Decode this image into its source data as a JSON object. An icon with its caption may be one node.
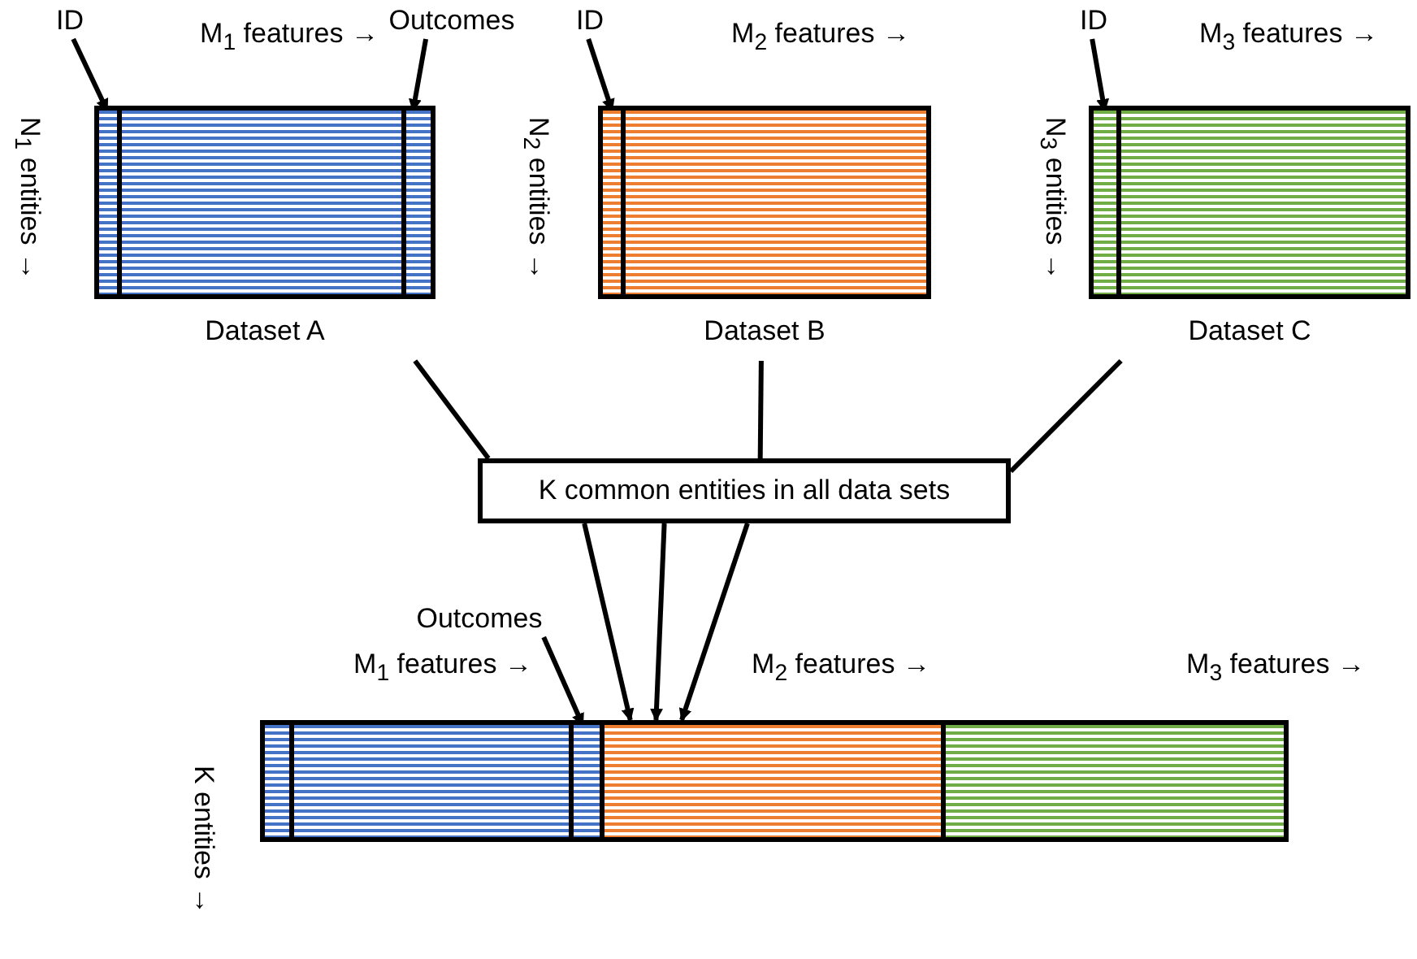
{
  "diagram": {
    "nodes": [
      {
        "text": [],
        "shape": "box",
        "beside": [
          "N$_{1}$ entities →",
          "Dataset A"
        ]
      },
      {
        "text": [],
        "shape": "bar",
        "in": 0
      },
      {
        "text": [],
        "shape": "bar",
        "in": 0
      },
      {
        "text": [
          "ID"
        ]
      },
      {
        "text": [
          "Outcomes"
        ]
      },
      {
        "text": [],
        "shape": "box",
        "beside": [
          "N$_{2}$ entities →",
          "Dataset B"
        ]
      },
      {
        "text": [],
        "shape": "bar",
        "in": 5
      },
      {
        "text": [
          "ID"
        ]
      },
      {
        "text": [],
        "shape": "box",
        "beside": [
          "N$_{3}$ entities →",
          "Dataset C"
        ]
      },
      {
        "text": [],
        "shape": "bar",
        "in": 8
      },
      {
        "text": [
          "ID"
        ]
      },
      {
        "text": [
          "K common entities in all data sets"
        ]
      },
      {
        "text": [],
        "shape": "box",
        "beside": [
          "K entities →"
        ]
      },
      {
        "text": [],
        "shape": "box",
        "in": 12
      },
      {
        "text": [],
        "shape": "bar",
        "in": 13
      },
      {
        "text": [],
        "shape": "bar",
        "in": 13
      },
      {
        "text": [],
        "shape": "box",
        "in": 12
      },
      {
        "text": [],
        "shape": "box",
        "in": 12
      },
      {
        "text": [
          "Outcomes"
        ]
      }
    ],
    "edges": [
      {
        "from": 3,
        "to": 1,
        "arrow": "to"
      },
      {
        "from": 4,
        "to": 2,
        "arrow": "to"
      },
      {
        "from": 7,
        "to": 6,
        "arrow": "to"
      },
      {
        "from": 10,
        "to": 9,
        "arrow": "to"
      },
      {
        "from": 0,
        "to": 11,
        "arrow": "none"
      },
      {
        "from": 5,
        "to": 11,
        "arrow": "none"
      },
      {
        "from": 8,
        "to": 11,
        "arrow": "none"
      },
      {
        "from": 11,
        "to": 12,
        "arrow": "to"
      },
      {
        "from": 11,
        "to": 12,
        "arrow": "to"
      },
      {
        "from": 11,
        "to": 12,
        "arrow": "to"
      },
      {
        "from": 18,
        "to": 15,
        "arrow": "to"
      }
    ],
    "labels": [
      "M$_{1}$ features →",
      "M$_{2}$ features →",
      "M$_{3}$ features →",
      "M$_{1}$ features →",
      "M$_{2}$ features →",
      "M$_{3}$ features →"
    ]
  }
}
